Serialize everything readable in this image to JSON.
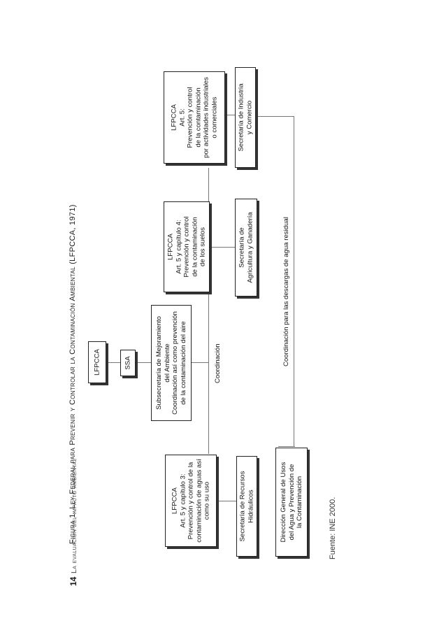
{
  "page": {
    "number": "14",
    "header": "La evaluación del impacto ambiental"
  },
  "figure": {
    "title": "Figura 1. Ley Federal para Prevenir y Controlar la Contaminación Ambiental (LFPCCA, 1971)",
    "source": "Fuente: INE 2000."
  },
  "diagram": {
    "root": "LFPCCA",
    "ssa": "SSA",
    "subsecretaria": [
      "Subsecretaría de Mejoramiento",
      "del Ambiente",
      "Coordinación así como prevención",
      "de la contaminación del aire"
    ],
    "lfpcca_cap3": [
      "LFPCCA",
      "Art. 5 y capítulo 3:",
      "Prevención y control de la",
      "contaminación de aguas así",
      "como su uso"
    ],
    "lfpcca_cap4": [
      "LFPCCA",
      "Art. 5 y capítulo 4:",
      "Prevención y control",
      "de la contaminación",
      "de los suelos"
    ],
    "lfpcca_art5": [
      "LFPCCA",
      "Art. 5:",
      "Prevención y control",
      "de la contaminación",
      "por actividades industriales",
      "o comerciales"
    ],
    "sec_recursos": [
      "Secretaría de Recursos",
      "Hidráulicos"
    ],
    "sec_agricultura": [
      "Secretaría de",
      "Agricultura y Ganadería"
    ],
    "sec_industria": [
      "Secretaría de Industria",
      "y Comercio"
    ],
    "direccion": [
      "Dirección General de Usos",
      "del Agua y Prevención de",
      "la Contaminación"
    ],
    "coordinacion_label": "Coordinación",
    "descargas_label": "Coordinación para las descargas de agua residual"
  }
}
